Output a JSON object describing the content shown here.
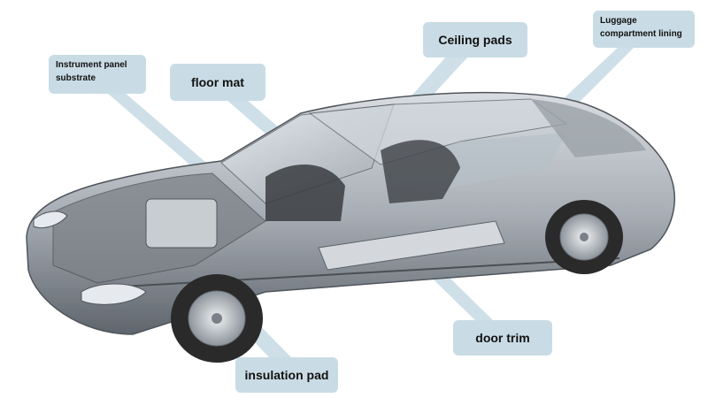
{
  "diagram": {
    "subject": "car cutaway",
    "colors": {
      "callout_bg": "#c9dce6",
      "leader": "#c9dce6",
      "body_silver": "#b9bec4",
      "body_dark": "#5f656c",
      "tire": "#2a2a2a",
      "rim": "#d6d9dc",
      "text": "#111111"
    },
    "labels": {
      "ceiling_pads": "Ceiling pads",
      "luggage_line1": "Luggage",
      "luggage_line2": "compartment lining",
      "instrument_line1": "Instrument panel",
      "instrument_line2": "substrate",
      "floor_mat": "floor mat",
      "door_trim": "door trim",
      "insulation_pad": "insulation pad"
    }
  }
}
